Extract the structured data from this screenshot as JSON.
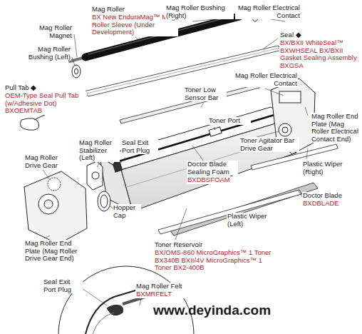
{
  "diagram": {
    "labels": [
      "Mag Roller Magnet",
      "Mag Roller Bushing (Left)",
      "Mag Roller",
      "BX New EnduraMag™ Mag Roller Sleeve (Under Development)",
      "Mag Roller Bushing (Right)",
      "Mag Roller Electrical Contact",
      "Seal ◆",
      "BX/BXII WhiteSeal™ BXWHSEAL BX/BXII Gasket Sealing Assembly BXGSA",
      "Pull Tab ◆",
      "OEM-Type Seal Pull Tab (w/Adhesive Dot) BXOEMTAB",
      "Mag Roller Electrical Contact",
      "Toner Low Sensor Bar",
      "Toner Port",
      "Mag Roller End Plate (Mag Roller Electrical Contact End)",
      "Toner Agitator Bar Drive Gear",
      "Mag Roller Stabilizer (Left)",
      "Seal Exit Port Plug",
      "Mag Roller Drive Gear",
      "Doctor Blade Sealing Foam",
      "BXDBSFOAM",
      "Plastic Wiper (Right)",
      "Doctor Blade",
      "BXDBLADE",
      "Hopper Cap",
      "Plastic Wiper (Left)",
      "Toner Reservoir",
      "BX/OMS-860 MicroGraphics™ 1 Toner BX340B BXII/4V MicroGraphics™ 1 Toner BX2-400B",
      "Mag Roller End Plate (Mag Roller Drive Gear End)",
      "Seal Exit Port Plug",
      "Mag Roller Felt",
      "BXMRFELT",
      "www.deyinda.com"
    ]
  }
}
